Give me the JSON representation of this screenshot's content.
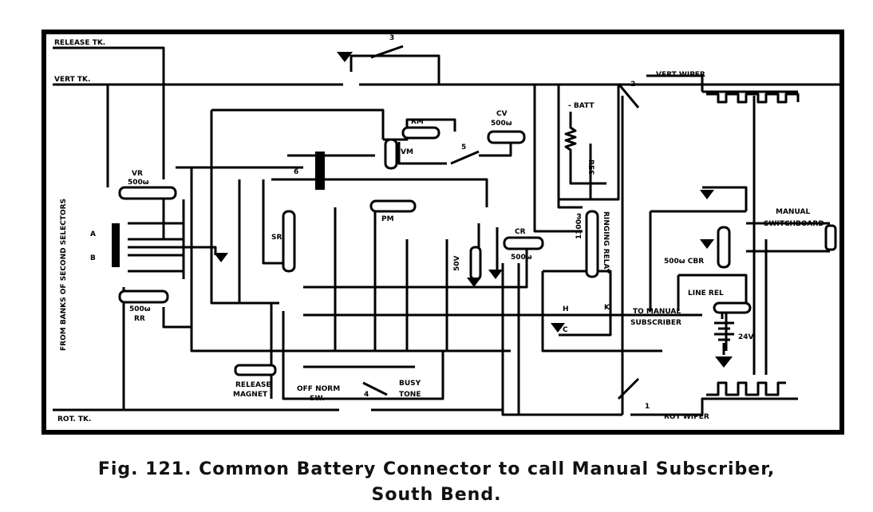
{
  "labels": {
    "release_tk": "RELEASE TK.",
    "vert_tk": "VERT TK.",
    "rot_tk": "ROT. TK.",
    "from_banks": "FROM BANKS OF SECOND SELECTORS",
    "vr": "VR",
    "vr_ohm": "500ω",
    "rr": "RR",
    "rr_ohm": "500ω",
    "rm": "RM",
    "vm": "VM",
    "cv": "CV",
    "cv_ohm": "500ω",
    "pm": "PM",
    "cr": "CR",
    "cr_ohm": "500ω",
    "sr": "SR",
    "batt": "- BATT",
    "res": "RES",
    "vert_wiper": "VERT WIPER",
    "rot_wiper": "ROT WIPER",
    "ringing_relay": "RINGING RELAY",
    "ringing_ohm": "1300ω",
    "manual_switchboard_1": "MANUAL",
    "manual_switchboard_2": "SWITCHBOARD",
    "cbr": "500ω CBR",
    "line_rel": "LINE REL",
    "v24": "24V",
    "to_manual_1": "TO MANUAL",
    "to_manual_2": "SUBSCRIBER",
    "release_magnet_1": "RELEASE",
    "release_magnet_2": "MAGNET",
    "off_norm_1": "OFF NORM",
    "off_norm_2": "SW.",
    "busy_tone_1": "BUSY",
    "busy_tone_2": "TONE",
    "v50": "50V",
    "a": "A",
    "b": "B",
    "h": "H",
    "c": "C",
    "k": "K",
    "n1": "1",
    "n2": "2",
    "n3": "3",
    "n4": "4",
    "n5": "5",
    "n6": "6"
  },
  "caption": {
    "line1": "Fig. 121.   Common Battery Connector to call Manual Subscriber,",
    "line2": "South Bend."
  }
}
